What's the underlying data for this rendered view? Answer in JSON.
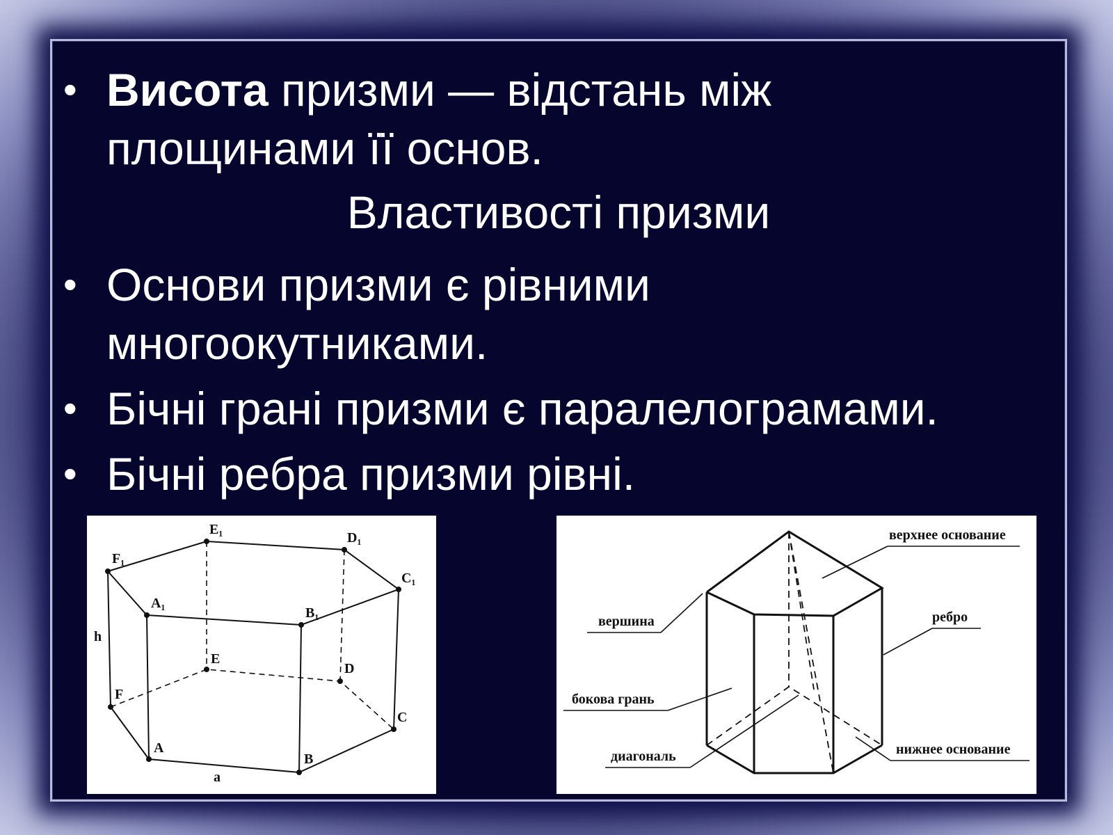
{
  "slide": {
    "bullet_1": {
      "bold": "Висота",
      "line1_rest": " призми — відстань між",
      "line2": "площинами її основ."
    },
    "subtitle": "Властивості призми",
    "bullet_2": {
      "line1": "Основи призми є рівними",
      "line2": "многоокутниками."
    },
    "bullet_3": "Бічні грані призми є паралелограмами.",
    "bullet_4": "Бічні ребра призми  рівні."
  },
  "figure_left": {
    "labels": {
      "E1": "E₁",
      "D1": "D₁",
      "F1": "F₁",
      "C1": "C₁",
      "A1": "A₁",
      "B1": "B₁",
      "h": "h",
      "E": "E",
      "D": "D",
      "F": "F",
      "C": "C",
      "A": "A",
      "B": "B",
      "a": "a"
    }
  },
  "figure_right": {
    "labels": {
      "top_base": "верхнее основание",
      "vertex": "вершина",
      "edge": "ребро",
      "lateral_face": "бокова грань",
      "diagonal": "диагональ",
      "bottom_base": "нижнее основание"
    }
  },
  "colors": {
    "slide_bg": "#05052e",
    "frame": "#6f73a8",
    "text": "#ffffff",
    "figure_bg": "#ffffff",
    "figure_ink": "#111111"
  }
}
